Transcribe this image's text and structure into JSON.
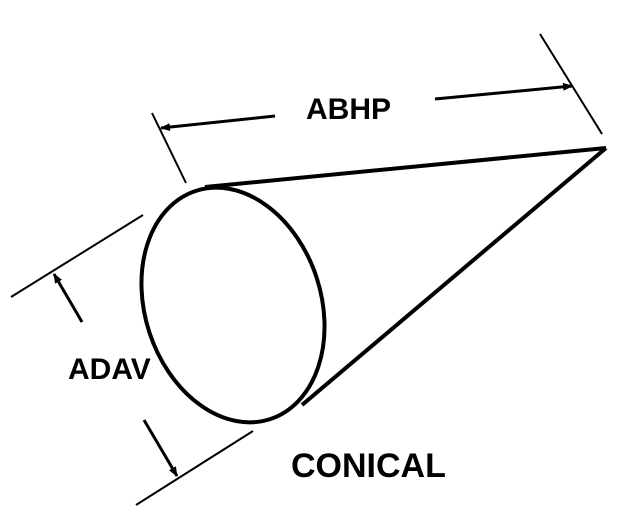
{
  "labels": {
    "length": "ABHP",
    "diameter": "ADAV",
    "title": "CONICAL"
  },
  "colors": {
    "stroke": "#000000",
    "background": "#ffffff"
  }
}
